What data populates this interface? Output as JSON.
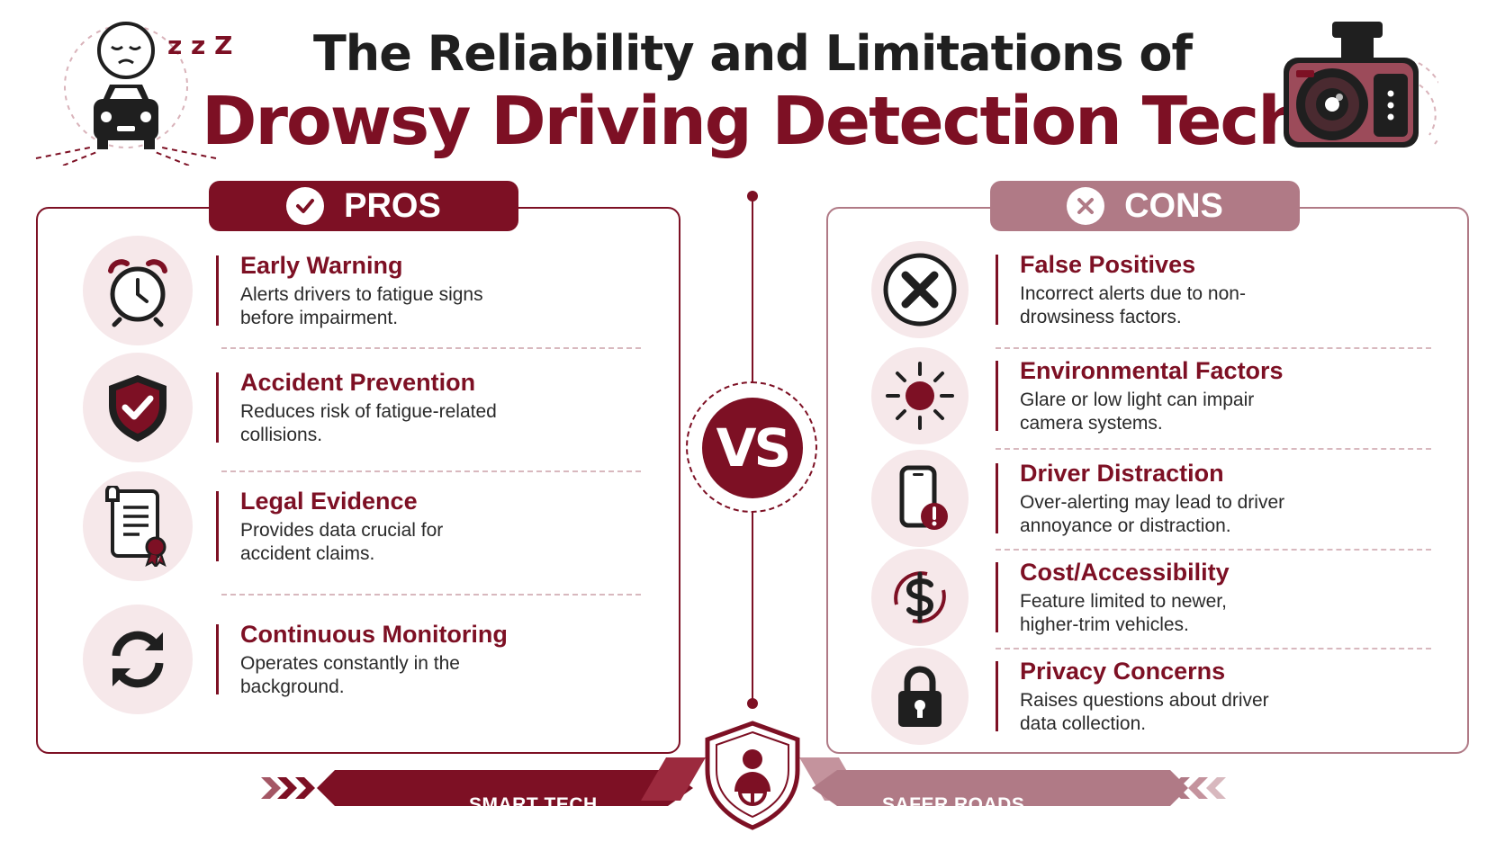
{
  "header": {
    "title_line1": "The Reliability and Limitations of",
    "title_line2": "Drowsy Driving Detection Tech",
    "zzz": "z z Z"
  },
  "pros": {
    "label": "PROS",
    "items": [
      {
        "title": "Early Warning",
        "desc": "Alerts drivers to fatigue signs before impairment.",
        "icon": "alarm-clock-icon"
      },
      {
        "title": "Accident Prevention",
        "desc": "Reduces risk of fatigue-related collisions.",
        "icon": "shield-check-icon"
      },
      {
        "title": "Legal Evidence",
        "desc": "Provides data crucial for accident claims.",
        "icon": "document-seal-icon"
      },
      {
        "title": "Continuous Monitoring",
        "desc": "Operates constantly in the background.",
        "icon": "refresh-icon"
      }
    ]
  },
  "cons": {
    "label": "CONS",
    "items": [
      {
        "title": "False Positives",
        "desc": "Incorrect alerts due to non-drowsiness factors.",
        "icon": "x-icon"
      },
      {
        "title": "Environmental Factors",
        "desc": "Glare or low light can impair camera systems.",
        "icon": "sun-icon"
      },
      {
        "title": "Driver Distraction",
        "desc": "Over-alerting may lead to driver annoyance or distraction.",
        "icon": "phone-alert-icon"
      },
      {
        "title": "Cost/Accessibility",
        "desc": "Feature limited to newer, higher-trim vehicles.",
        "icon": "dollar-icon"
      },
      {
        "title": "Privacy Concerns",
        "desc": "Raises questions about driver data collection.",
        "icon": "lock-icon"
      }
    ]
  },
  "vs_label": "VS",
  "footer": {
    "left": "SMART TECH.",
    "right": "SAFER ROADS."
  },
  "colors": {
    "primary": "#7d1024",
    "secondary": "#b07a86",
    "icon_bg": "#f6e8ea"
  }
}
